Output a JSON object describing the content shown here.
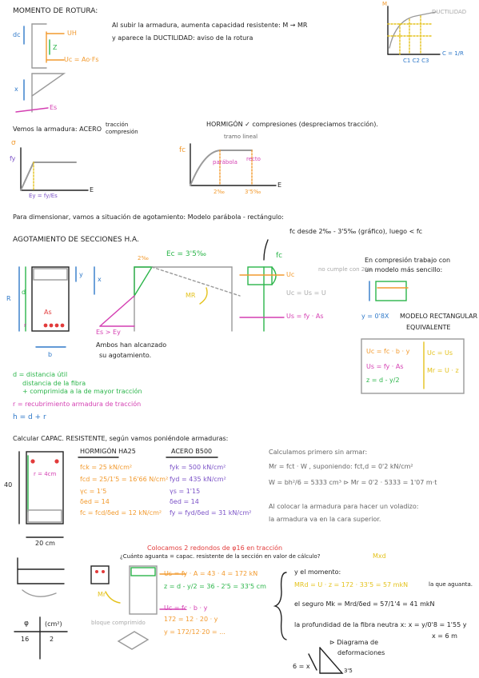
{
  "colors": {
    "orange": "#f29a2e",
    "yellow": "#e4c21c",
    "green": "#2bb54a",
    "blue": "#2f79c9",
    "magenta": "#d43fb2",
    "cyan": "#2ab7c9",
    "red": "#e23b3b",
    "purple": "#7b52c7",
    "gray": "#9a9a9a",
    "ink": "#222222"
  },
  "s1": {
    "title": "MOMENTO DE ROTURA:",
    "l1": "Al subir la armadura, aumenta capacidad resistente: M → MR",
    "l2": "y aparece la DUCTILIDAD: aviso de la rotura",
    "dc": "dc",
    "ux": "UH",
    "z": "Z",
    "uc": "Uc = Ao·Fs",
    "x": "x",
    "es": "Es",
    "g_top": "M",
    "g_duct": "DUCTILIDAD",
    "g_x": "C1 C2 C3",
    "g_c": "C = 1/R"
  },
  "s2": {
    "vemos": "Vemos la armadura: ACERO",
    "tr": "tracción",
    "comp": "compresión",
    "horm": "HORMIGÓN ✓ compresiones (despreciamos tracción).",
    "tramo": "tramo lineal",
    "sigma": "σ",
    "fy": "fy",
    "eps": "E",
    "fyd": "Ey = fy/Es",
    "fc": "fc",
    "parab": "parábola",
    "rect": "recto",
    "e2": "2‰",
    "e35": "3'5‰",
    "e": "E"
  },
  "s3": {
    "l1": "Para dimensionar, vamos a situación de agotamiento: Modelo parábola - rectángulo:",
    "l2": "fc desde 2‰ - 3'5‰ (gráfico), luego < fc",
    "title": "AGOTAMIENTO DE SECCIONES H.A.",
    "e2": "2‰",
    "ec": "Ec = 3'5‰",
    "fc": "fc",
    "R": "R",
    "d": "d",
    "y": "y",
    "x": "x",
    "as": "As",
    "r": "r",
    "b": "b",
    "es": "Es > Ey",
    "mr": "MR",
    "nd": "no cumple con 2‰",
    "uc": "Uc",
    "ucus": "Uc = Us = U",
    "us": "Us = fy · As",
    "ambos": "Ambos han alcanzado",
    "su": "su agotamiento.",
    "cpt1": "En compresión trabajo con",
    "cpt2": "un modelo más sencillo:",
    "y08": "y = 0'8X",
    "modelo": "MODELO RECTANGULAR",
    "equiv": "EQUIVALENTE",
    "f1": "Uc = fc · b · y",
    "f2": "Us = fy · As",
    "f3": "z = d - y/2",
    "f4": "Uc = Us",
    "f5": "Mr = U · z",
    "dd": "d = distancia útil",
    "dd2": "distancia de la fibra",
    "dd3": "+ comprimida a la de mayor tracción",
    "rr": "r = recubrimiento armadura de tracción",
    "h": "h = d + r"
  },
  "s4": {
    "title": "Calcular CAPAC. RESISTENTE, según vamos poniéndole armaduras:",
    "h40": "40",
    "b20": "20 cm",
    "rec": "r = 4cm",
    "hh": "HORMIGÓN HA25",
    "ac": "ACERO B500",
    "h1": "fck = 25 kN/cm²",
    "h2": "fcd = 25/1'5 = 16'66 N/cm²",
    "h3": "γc = 1'5",
    "h4": "δed = 14",
    "h5": "fc = fcd/δed = 12 kN/cm²",
    "a1": "fyk = 500 kN/cm²",
    "a2": "fyd = 435 kN/cm²",
    "a3": "γs = 1'15",
    "a4": "δed = 14",
    "a5": "fy = fyd/δed = 31 kN/cm²",
    "r1": "Calculamos primero sin armar:",
    "r2": "Mr = fct · W , suponiendo: fct,d = 0'2 kN/cm²",
    "r3": "W = bh²/6 = 5333 cm³   ⊳  Mr = 0'2 · 5333 = 1'07 m·t",
    "r4": "Al colocar la armadura para hacer un voladizo:",
    "r5": "la armadura va en la cara superior."
  },
  "s5": {
    "red1": "Colocamos 2 redondos de φ16 en tracción",
    "red2": "¿Cuánto aguanta = capac. resistente de la sección en valor de cálculo?",
    "mxd": "Mxd",
    "u1": "Us = fy · A = 43 · 4 = 172 kN",
    "u2": "z = d - y/2 = 36 - 2'5 = 33'5 cm",
    "u3": "Uc = fc · b · y",
    "u4": "172 = 12 · 20 · y",
    "u5": "y = 172/12·20 = ...",
    "mr": "Mr",
    "bloque": "bloque comprimido",
    "m1": "y el momento:",
    "m2": "MRd = U · z = 172 · 33'5 = 57 mkN",
    "m3": "la que aguanta.",
    "m4": "el seguro  Mk = Mrd/δed = 57/1'4 = 41 mkN",
    "m5": "la profundidad de la fibra neutra x:  x = y/0'8 = 1'55 y",
    "m6": "x = 6 m",
    "m7": "⊳ Diagrama de",
    "m8": "deformaciones",
    "tphi": "φ",
    "tcm": "(cm²)",
    "t16": "16",
    "t2": "2",
    "b6": "6 = x",
    "b35": "3'5"
  }
}
